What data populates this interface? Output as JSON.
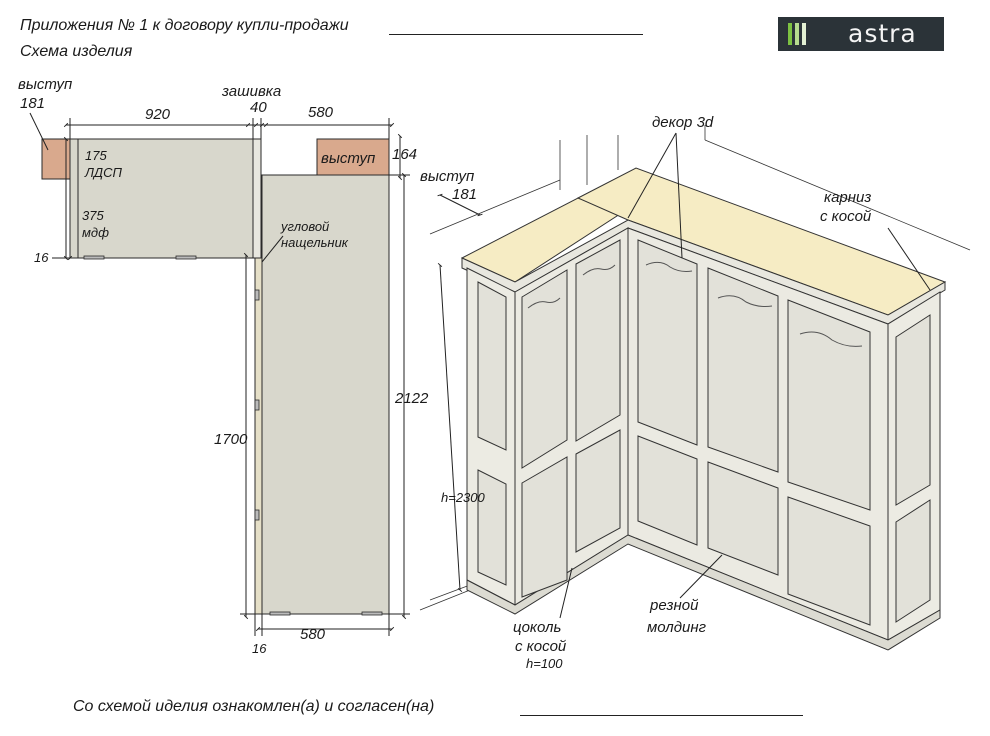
{
  "header": {
    "title": "Приложения № 1 к договору купли-продажи",
    "subtitle": "Схема изделия"
  },
  "logo": {
    "text": "astra",
    "bar_colors": [
      "#7dc242",
      "#b7dc8f",
      "#e3f0d3"
    ]
  },
  "plan": {
    "vystup_left_label": "выступ",
    "vystup_left_value": "181",
    "dim_920": "920",
    "zashivka_label": "зашивка",
    "zashivka_value": "40",
    "dim_580_top": "580",
    "dim_164": "164",
    "vystup_right_label": "выступ",
    "ldsp_value": "175",
    "ldsp_label": "ЛДСП",
    "mdf_value": "375",
    "mdf_label": "мдф",
    "dim_16_left": "16",
    "corner_label_1": "угловой",
    "corner_label_2": "нащельник",
    "dim_1700": "1700",
    "dim_2122": "2122",
    "dim_580_bottom": "580",
    "dim_16_bottom": "16"
  },
  "view3d": {
    "decor_label": "декор 3d",
    "cornice_label_1": "карниз",
    "cornice_label_2": "с косой",
    "vystup_label": "выступ",
    "vystup_value": "181",
    "height_label": "h=2300",
    "plinth_label_1": "цоколь",
    "plinth_label_2": "с косой",
    "plinth_height": "h=100",
    "molding_label_1": "резной",
    "molding_label_2": "молдинг"
  },
  "footer": {
    "agreement_text": "Со схемой иделия ознакомлен(а) и согласен(на)"
  },
  "colors": {
    "panel_fill": "#d8d7cc",
    "protrusion_fill": "#d9a98d",
    "top_fill": "#f6ecc4",
    "line": "#2a2a2a"
  }
}
